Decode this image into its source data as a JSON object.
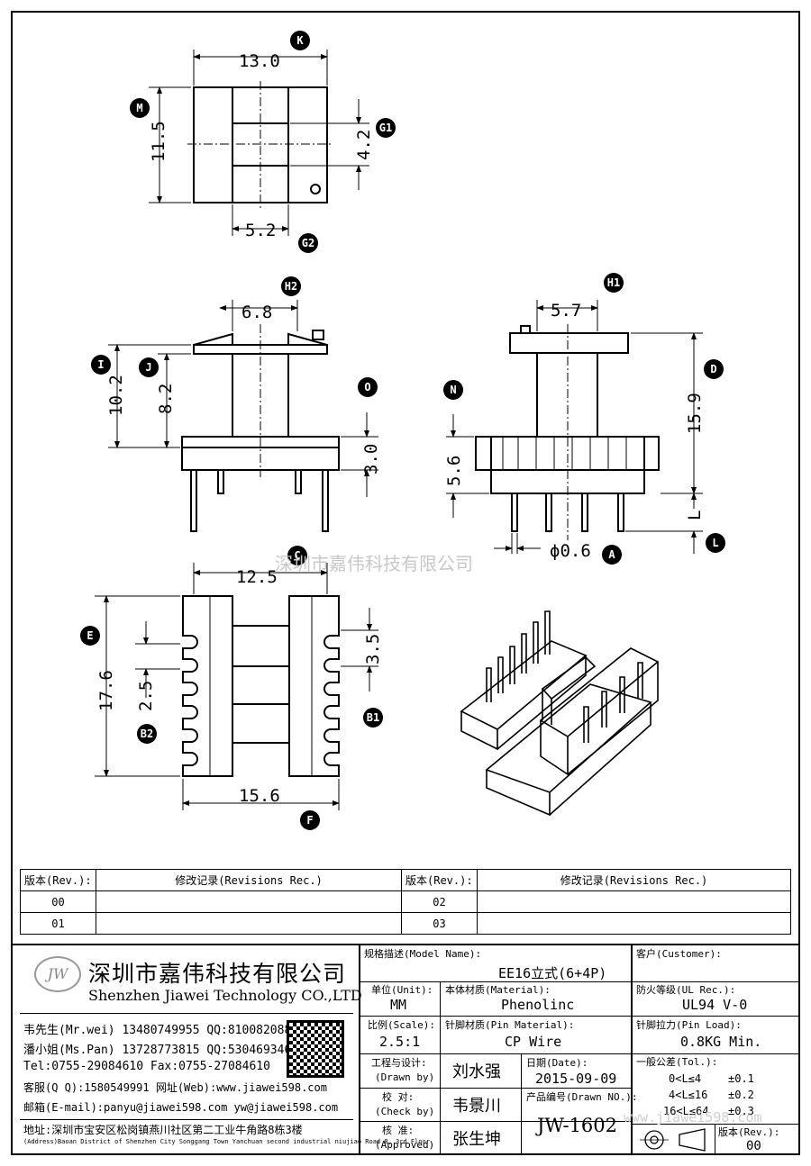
{
  "drawing": {
    "markers": {
      "K": "K",
      "M": "M",
      "G1": "G1",
      "G2": "G2",
      "H2": "H2",
      "H1": "H1",
      "I": "I",
      "J": "J",
      "O": "O",
      "D": "D",
      "N": "N",
      "L": "L",
      "A": "A",
      "C": "C",
      "E": "E",
      "B1": "B1",
      "B2": "B2",
      "F": "F"
    },
    "dims": {
      "d13_0": "13.0",
      "d11_5": "11.5",
      "d4_2": "4.2",
      "d5_2": "5.2",
      "d6_8": "6.8",
      "d10_2": "10.2",
      "d8_2": "8.2",
      "d3_0": "3.0",
      "d5_7": "5.7",
      "d15_9": "15.9",
      "d5_6": "5.6",
      "dL": "L",
      "d0_6": "ϕ0.6",
      "d12_5": "12.5",
      "d17_6": "17.6",
      "d2_5": "2.5",
      "d3_5": "3.5",
      "d15_6": "15.6"
    },
    "watermark": "深圳市嘉伟科技有限公司",
    "watermark_url": "www.jiawei598.com"
  },
  "revisions": {
    "rev_header": "版本(Rev.):",
    "rec_header": "修改记录(Revisions Rec.)",
    "rows": [
      [
        "00",
        "02"
      ],
      [
        "01",
        "03"
      ]
    ]
  },
  "company": {
    "logo": "JW",
    "name_cn": "深圳市嘉伟科技有限公司",
    "name_en": "Shenzhen Jiawei Technology CO.,LTD",
    "contacts": [
      "韦先生(Mr.wei) 13480749955 QQ:810082088",
      "潘小姐(Ms.Pan) 13728773815 QQ:530469346",
      "Tel:0755-29084610     Fax:0755-27084610",
      "客服(Q Q):1580549991   网址(Web):www.jiawei598.com",
      "邮箱(E-mail):panyu@jiawei598.com   yw@jiawei598.com"
    ],
    "address_cn": "地址:深圳市宝安区松岗镇燕川社区第二工业牛角路8栋3楼",
    "address_en": "(Address)Baoan District of Shenzhen City Songgang Town Yanchuan  second industrial niujiao Road 8, 3rd Floor"
  },
  "title_block": {
    "model_label": "规格描述(Model Name):",
    "model": "EE16立式(6+4P)",
    "customer_label": "客户(Customer):",
    "unit_label": "单位(Unit):",
    "unit": "MM",
    "body_label": "本体材质(Material):",
    "body": "Phenolinc",
    "ul_label": "防火等级(UL Rec.):",
    "ul": "UL94 V-0",
    "scale_label": "比例(Scale):",
    "scale": "2.5:1",
    "pin_label": "针脚材质(Pin Material):",
    "pin": "CP Wire",
    "load_label": "针脚拉力(Pin Load):",
    "load": "0.8KG Min.",
    "drawn_label1": "工程与设计:",
    "drawn_label2": "(Drawn by)",
    "drawn": "刘水强",
    "date_label": "日期(Date):",
    "date": "2015-09-09",
    "check_label1": "校 对:",
    "check_label2": "(Check by)",
    "check": "韦景川",
    "drawn_no_label": "产品编号(Drawn NO.):",
    "drawn_no": "JW-1602",
    "approve_label1": "核 准:",
    "approve_label2": "(Approved)",
    "approve": "张生坤",
    "tol_label": "一般公差(Tol.):",
    "tol": [
      [
        "0<L≤4",
        "±0.1"
      ],
      [
        "4<L≤16",
        "±0.2"
      ],
      [
        "16<L≤64",
        "±0.3"
      ]
    ],
    "version_label": "版本(Rev.):",
    "version": "00"
  }
}
